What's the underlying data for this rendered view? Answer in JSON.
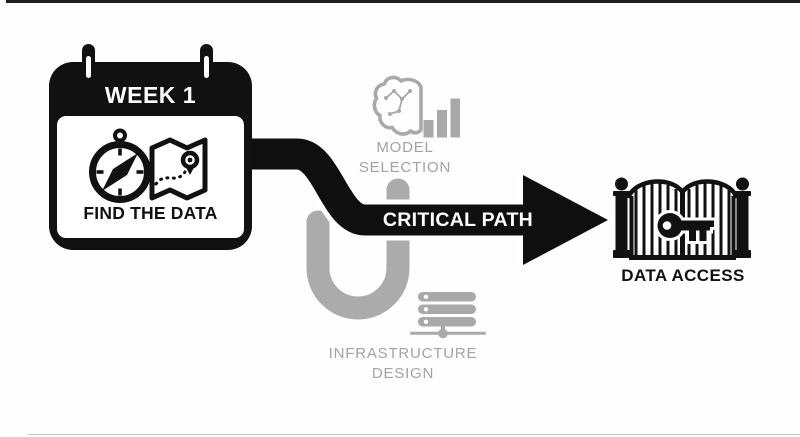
{
  "diagram": {
    "calendar": {
      "header": "WEEK 1",
      "caption": "FIND THE DATA",
      "icons": [
        "calendar-icon",
        "compass-icon",
        "map-icon"
      ]
    },
    "critical_path": {
      "label": "CRITICAL PATH",
      "icon": "arrow-right-icon"
    },
    "model_selection": {
      "line1": "MODEL",
      "line2": "SELECTION",
      "icon": "brain-chart-icon"
    },
    "infrastructure_design": {
      "line1": "INFRASTRUCTURE",
      "line2": "DESIGN",
      "icon": "server-network-icon"
    },
    "data_access": {
      "label": "DATA ACCESS",
      "icons": [
        "gate-icon",
        "key-icon"
      ]
    },
    "detour_path": {
      "shape": "u-loop",
      "icon": "u-turn-path"
    },
    "colors": {
      "ink": "#111111",
      "arrow_black": "#0f0f0f",
      "muted_gray": "#a9a9a9",
      "label_gray": "#a3a3a3",
      "background": "#ffffff"
    }
  }
}
